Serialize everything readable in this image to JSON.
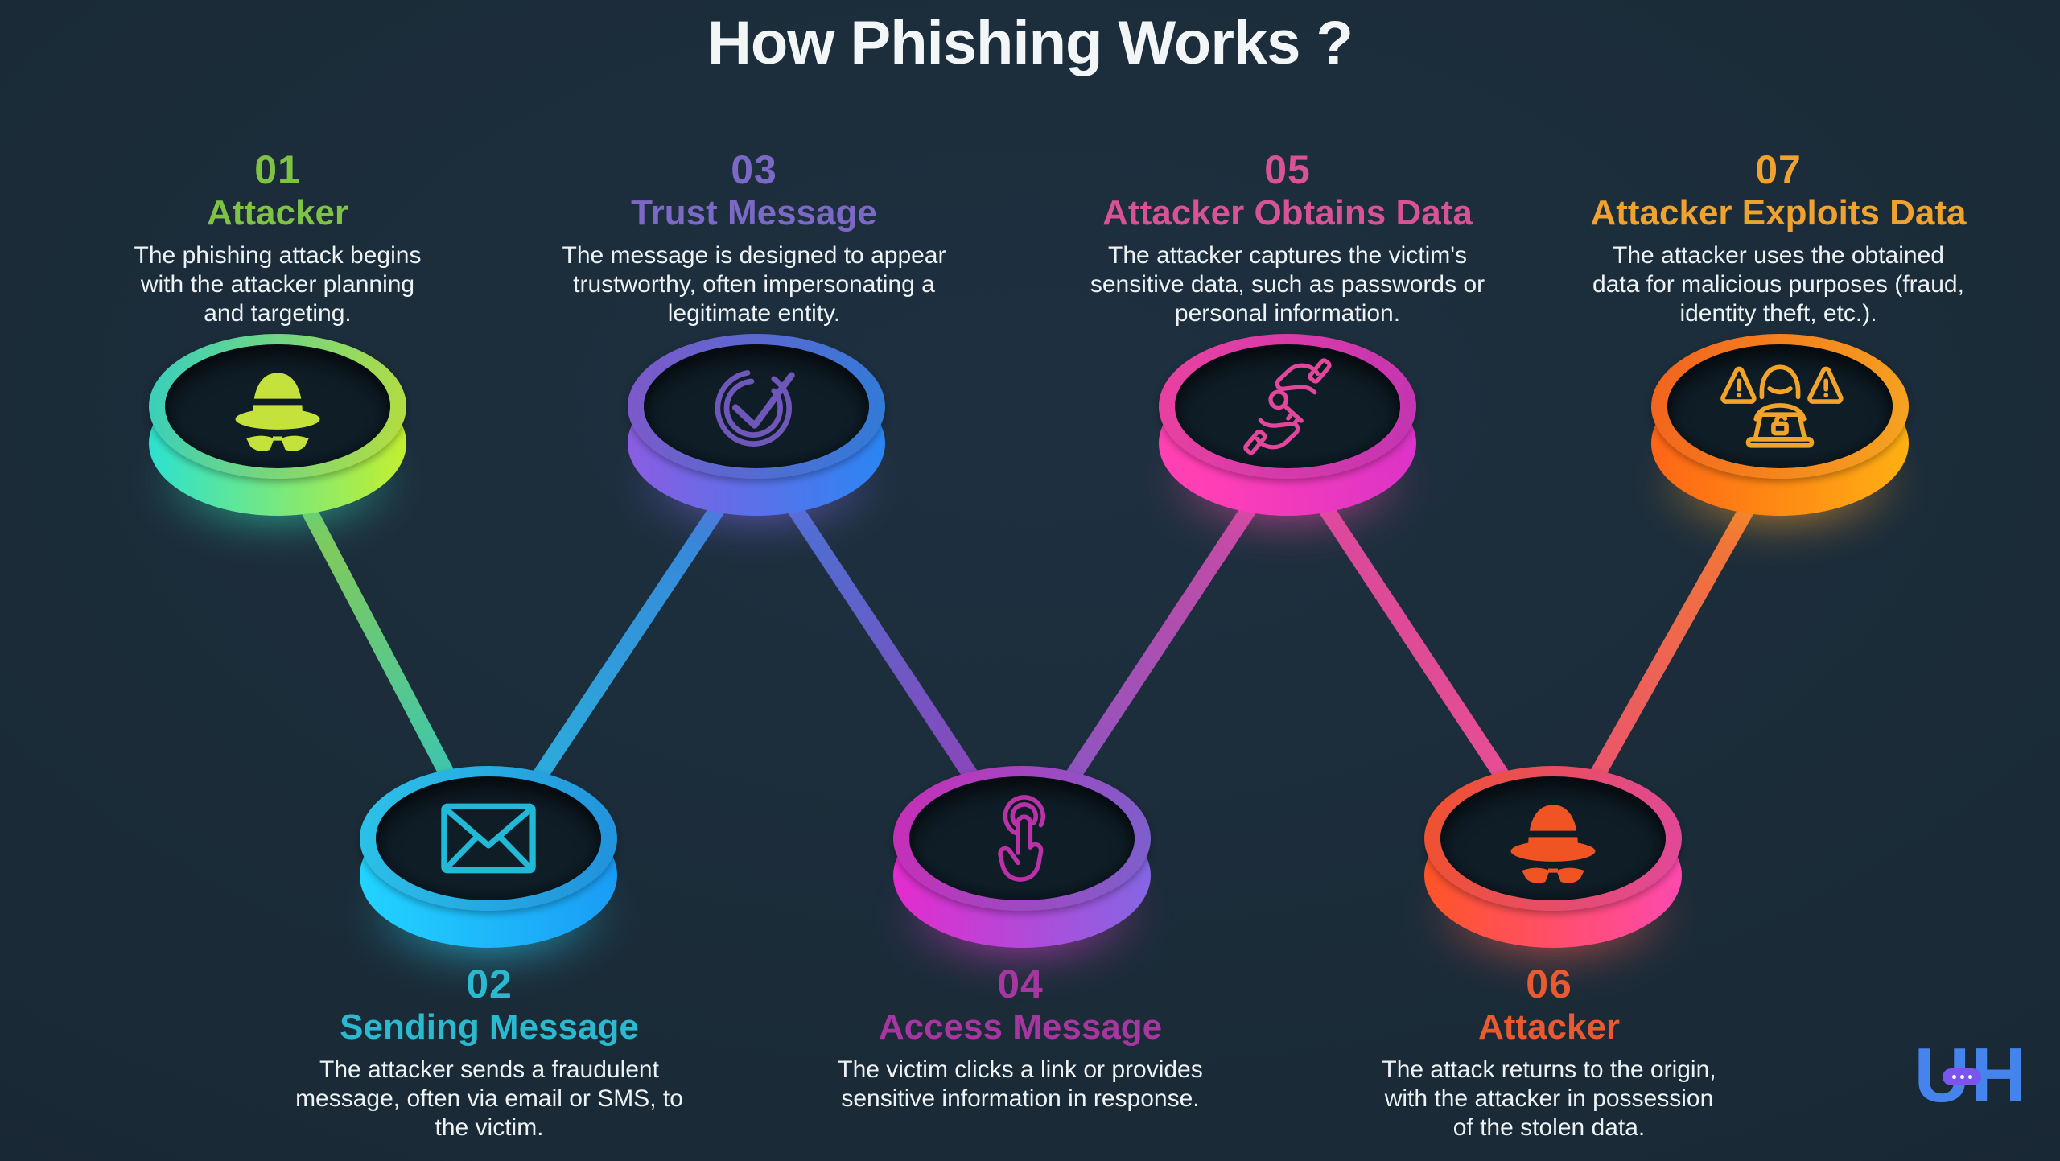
{
  "title": "How Phishing Works ?",
  "background": "#1a2a36",
  "steps": [
    {
      "num": "01",
      "title": "Attacker",
      "desc": "The phishing attack begins\nwith the attacker planning\nand targeting.",
      "accent": "#7FC344",
      "icon": "spy-incognito-icon"
    },
    {
      "num": "02",
      "title": "Sending Message",
      "desc": "The attacker sends a fraudulent\nmessage, often via email or SMS, to\nthe victim.",
      "accent": "#2BB9CF",
      "icon": "envelope-icon"
    },
    {
      "num": "03",
      "title": "Trust Message",
      "desc": "The message is designed to appear\ntrustworthy, often impersonating a\nlegitimate entity.",
      "accent": "#7C69C6",
      "icon": "check-circle-icon"
    },
    {
      "num": "04",
      "title": "Access Message",
      "desc": "The victim clicks a link or provides\nsensitive information in response.",
      "accent": "#A637A0",
      "icon": "tap-finger-icon"
    },
    {
      "num": "05",
      "title": "Attacker Obtains Data",
      "desc": "The attacker captures the victim's\nsensitive data, such as passwords or\npersonal information.",
      "accent": "#D85296",
      "icon": "hands-key-icon"
    },
    {
      "num": "06",
      "title": "Attacker",
      "desc": "The attack returns to the origin,\nwith the attacker in possession\nof the stolen data.",
      "accent": "#EA5A31",
      "icon": "spy-incognito-icon"
    },
    {
      "num": "07",
      "title": "Attacker Exploits Data",
      "desc": "The attacker uses the obtained\ndata for malicious purposes (fraud,\nidentity theft, etc.).",
      "accent": "#F0A22E",
      "icon": "hacker-laptop-warning-icon"
    }
  ],
  "logo": {
    "letter_u": "U",
    "letter_h": "H"
  }
}
